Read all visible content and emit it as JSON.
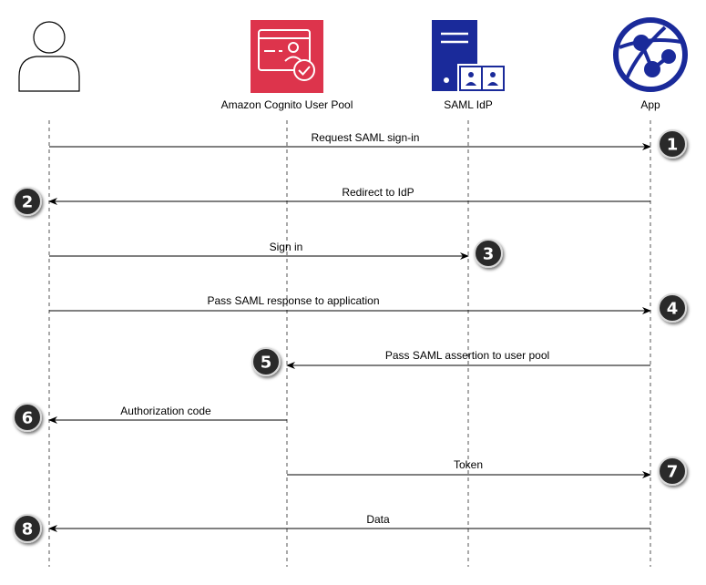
{
  "participants": [
    {
      "id": "user",
      "label": "",
      "icon": "user-icon"
    },
    {
      "id": "cognito",
      "label": "Amazon Cognito User Pool",
      "icon": "cognito-user-pool-icon"
    },
    {
      "id": "idp",
      "label": "SAML IdP",
      "icon": "saml-idp-server-icon"
    },
    {
      "id": "app",
      "label": "App",
      "icon": "app-globe-icon"
    }
  ],
  "messages": [
    {
      "step": "1",
      "label": "Request SAML sign-in",
      "from": "user",
      "to": "app"
    },
    {
      "step": "2",
      "label": "Redirect to IdP",
      "from": "app",
      "to": "user"
    },
    {
      "step": "3",
      "label": "Sign in",
      "from": "user",
      "to": "idp"
    },
    {
      "step": "4",
      "label": "Pass SAML response to application",
      "from": "user",
      "to": "app"
    },
    {
      "step": "5",
      "label": "Pass SAML assertion to user pool",
      "from": "app",
      "to": "cognito"
    },
    {
      "step": "6",
      "label": "Authorization code",
      "from": "cognito",
      "to": "user"
    },
    {
      "step": "7",
      "label": "Token",
      "from": "cognito",
      "to": "app"
    },
    {
      "step": "8",
      "label": "Data",
      "from": "app",
      "to": "user"
    }
  ],
  "colors": {
    "cognito": "#dd344c",
    "idp": "#1a2a9a",
    "app": "#1a2a9a",
    "badge": "#2b2b2b",
    "lifeline": "#555555"
  }
}
